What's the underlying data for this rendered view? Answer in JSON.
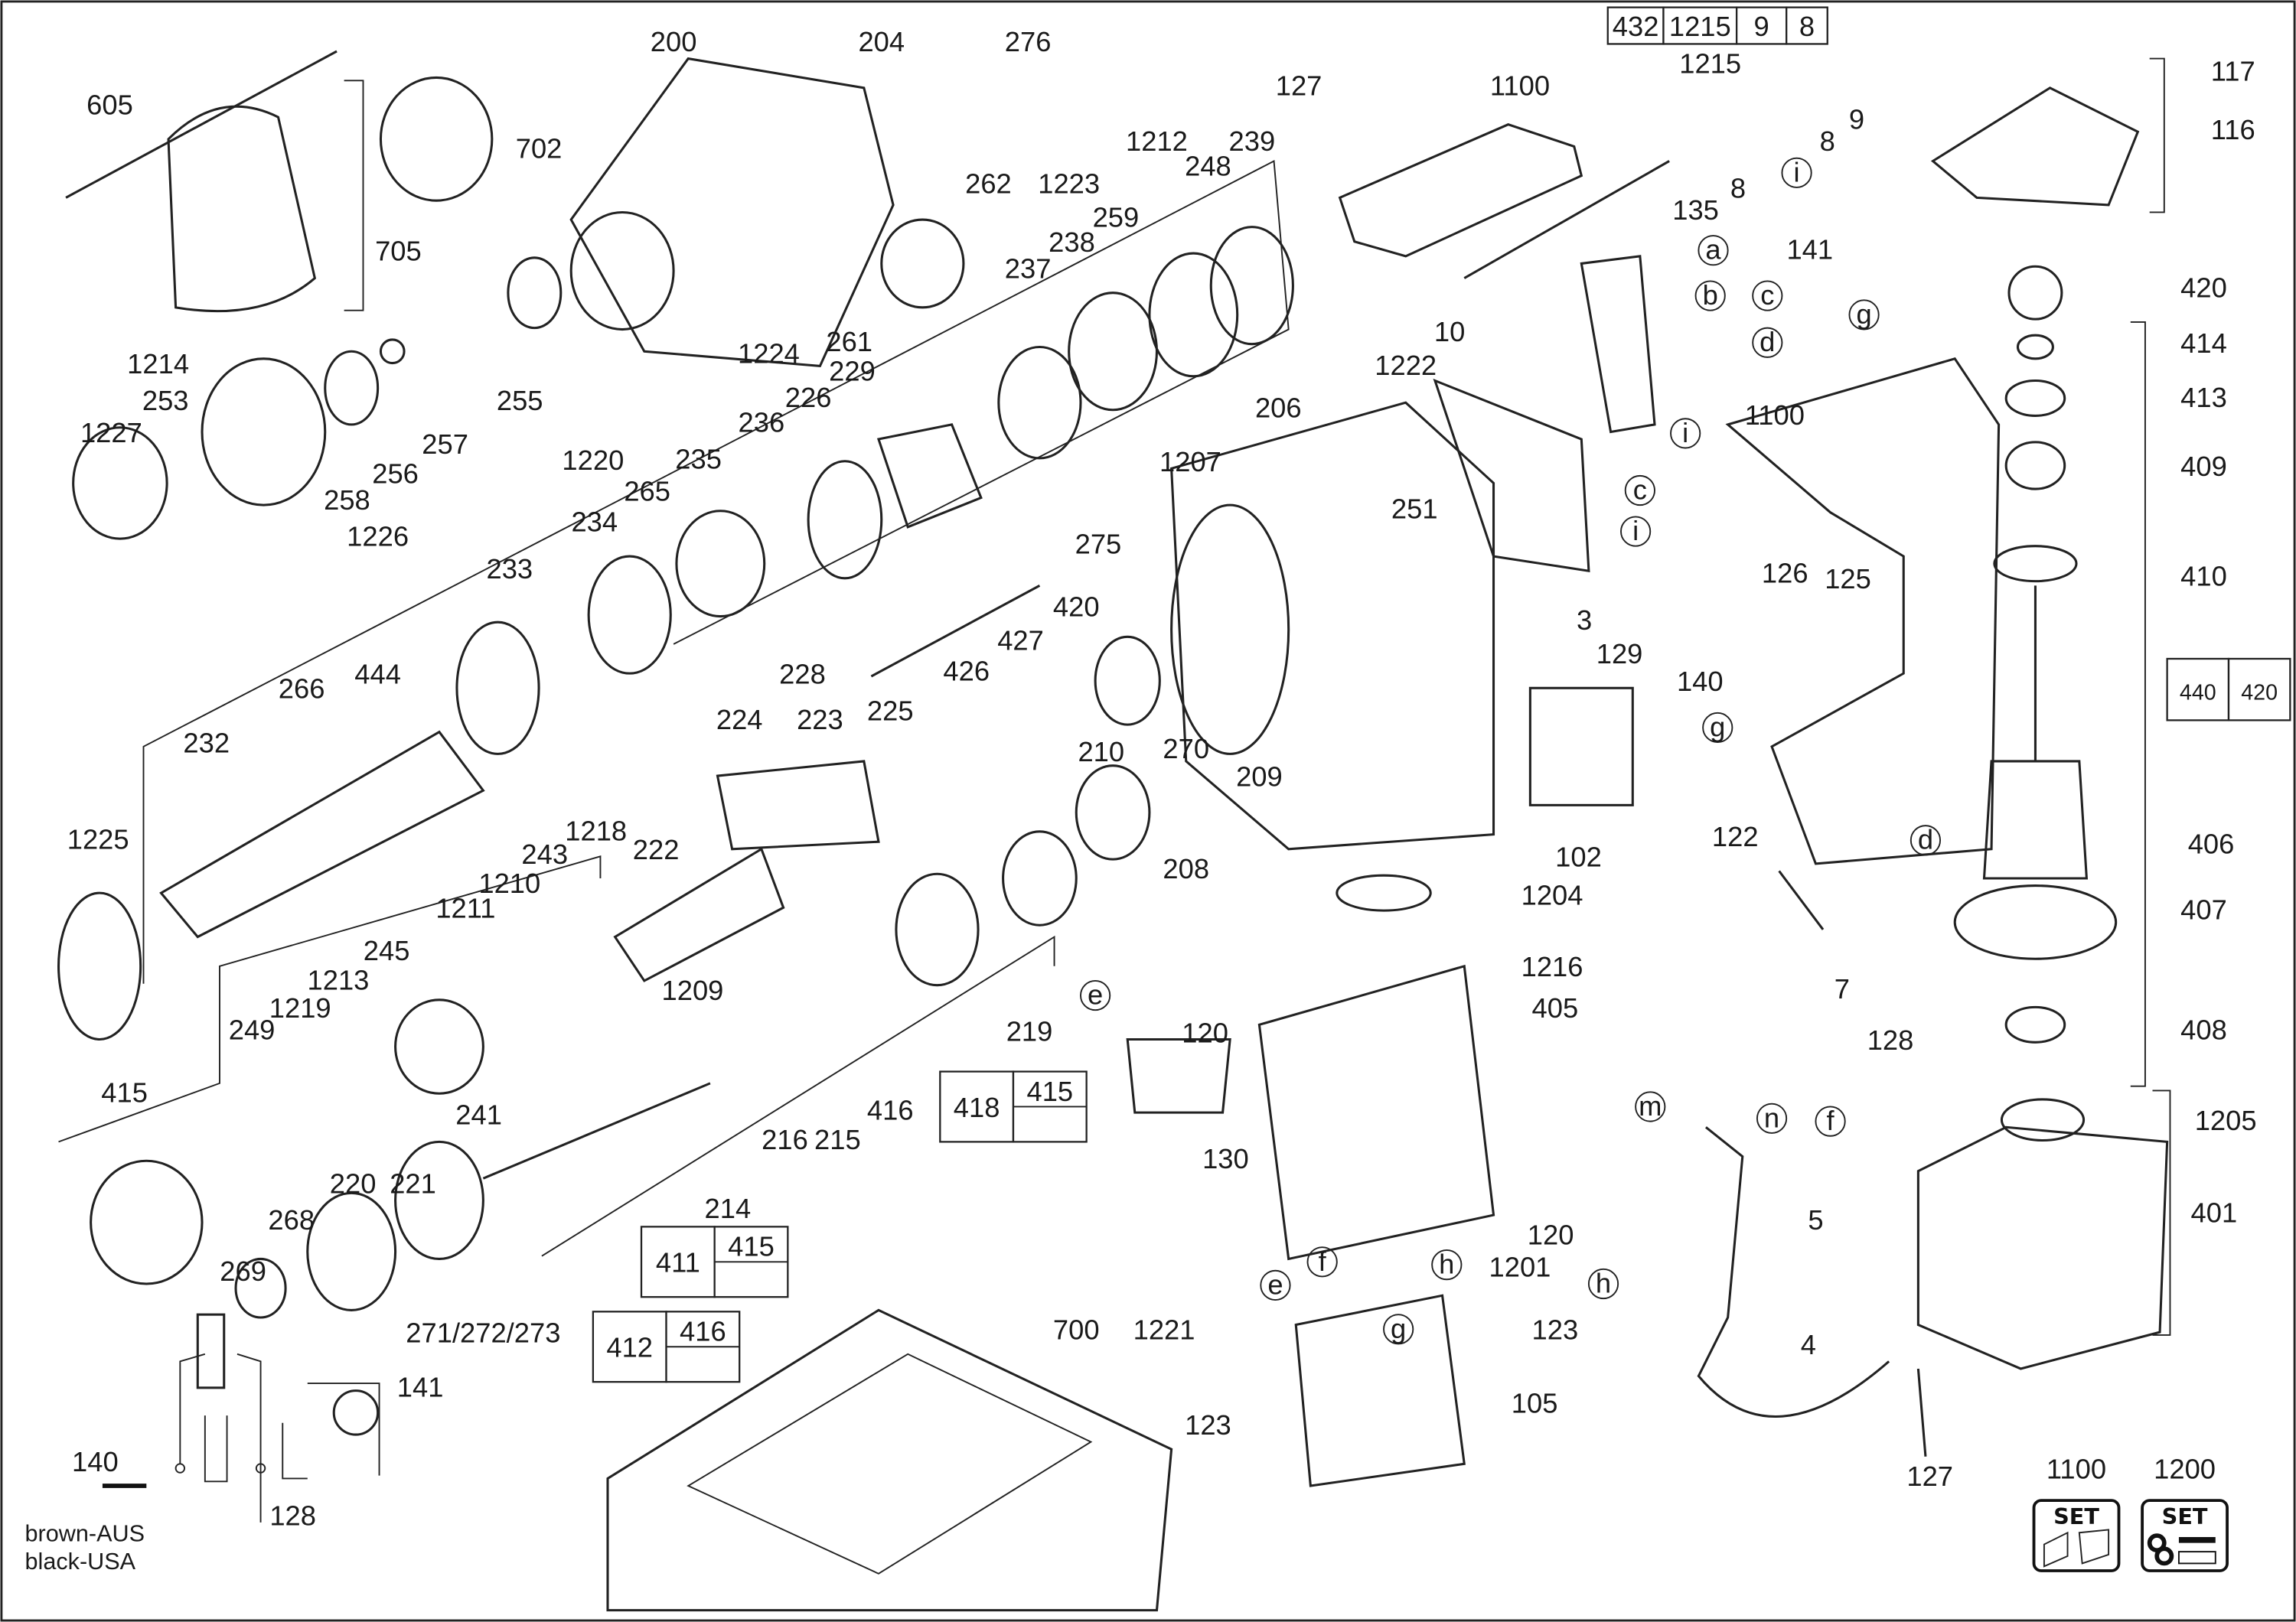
{
  "diagram": {
    "part_labels": [
      "605",
      "702",
      "705",
      "200",
      "204",
      "276",
      "127",
      "1100",
      "1215",
      "9",
      "8",
      "8",
      "117",
      "116",
      "1212",
      "248",
      "239",
      "262",
      "1223",
      "259",
      "238",
      "237",
      "135",
      "141",
      "420",
      "1214",
      "253",
      "1227",
      "258",
      "256",
      "257",
      "255",
      "1224",
      "261",
      "1220",
      "1222",
      "10",
      "206",
      "1100",
      "414",
      "413",
      "409",
      "229",
      "226",
      "236",
      "235",
      "265",
      "234",
      "1226",
      "1207",
      "251",
      "275",
      "410",
      "233",
      "420",
      "427",
      "3",
      "129",
      "126",
      "125",
      "444",
      "266",
      "228",
      "426",
      "140",
      "232",
      "224",
      "223",
      "225",
      "210",
      "270",
      "209",
      "406",
      "1225",
      "102",
      "122",
      "208",
      "1204",
      "1218",
      "243",
      "222",
      "1211",
      "1210",
      "245",
      "1213",
      "1219",
      "249",
      "1209",
      "7",
      "1216",
      "405",
      "120",
      "219",
      "128",
      "407",
      "408",
      "415",
      "241",
      "416",
      "215",
      "216",
      "214",
      "130",
      "120",
      "1201",
      "5",
      "1205",
      "401",
      "221",
      "220",
      "268",
      "269",
      "271/272/273",
      "141",
      "140",
      "128",
      "700",
      "1221",
      "123",
      "123",
      "105",
      "4",
      "127",
      "1100",
      "1200"
    ],
    "wire_letters": [
      "a",
      "b",
      "c",
      "d",
      "i",
      "c",
      "i",
      "g",
      "i",
      "g",
      "d",
      "f",
      "e",
      "m",
      "n",
      "f",
      "e",
      "h",
      "g",
      "h"
    ],
    "boxes": [
      {
        "cells": [
          "432",
          "1215",
          "9",
          "8"
        ]
      },
      {
        "cells": [
          "440",
          "420"
        ]
      },
      {
        "cells": [
          "418",
          "415"
        ]
      },
      {
        "cells": [
          "411",
          "415"
        ]
      },
      {
        "cells": [
          "412",
          "416"
        ]
      }
    ],
    "set_icons": [
      {
        "text": "SET",
        "icon": "housing-set-icon"
      },
      {
        "text": "SET",
        "icon": "screws-washers-set-icon"
      }
    ],
    "wiring_notes": [
      "brown-AUS",
      "black-USA"
    ]
  }
}
